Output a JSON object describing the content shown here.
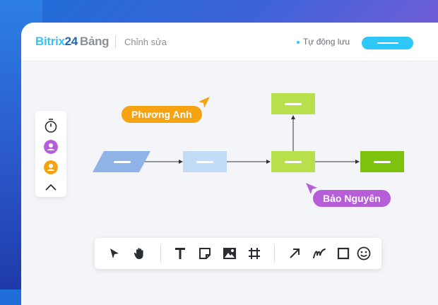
{
  "colors": {
    "accent": "#2fc7f7",
    "brand_dark": "#2067b0",
    "orange": "#f5a312",
    "purple": "#b65ed7",
    "green_light": "#b7e04a",
    "green_dark": "#7cc20f",
    "blue_light": "#c2dcf7",
    "blue_para": "#8fb3e6"
  },
  "header": {
    "logo_part1": "Bitrix",
    "logo_part2": "24",
    "logo_part3": "Bảng",
    "mode": "Chỉnh sửa",
    "autosave": "Tự động lưu"
  },
  "sidebar": {
    "icons": [
      "timer-icon",
      "user-avatar-purple",
      "user-avatar-orange",
      "chevron-up-icon"
    ]
  },
  "cursors": {
    "user1": "Phương Anh",
    "user2": "Bảo Nguyên"
  },
  "toolbar": {
    "tools": [
      "select-arrow-icon",
      "hand-pan-icon",
      "text-icon",
      "sticky-note-icon",
      "image-icon",
      "frame-grid-icon",
      "connector-arrow-icon",
      "pen-icon",
      "rectangle-shape-icon",
      "emoji-icon"
    ]
  }
}
